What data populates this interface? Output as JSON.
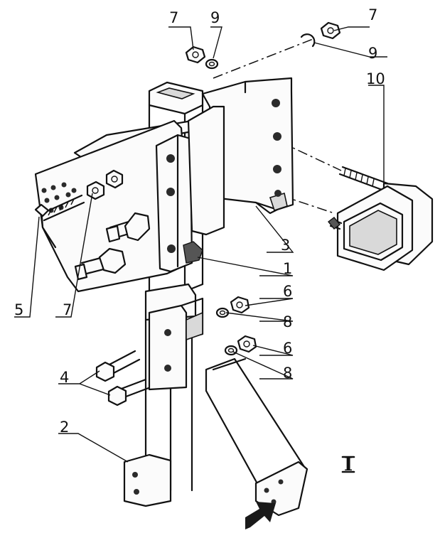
{
  "callouts": {
    "c1": "1",
    "c2": "2",
    "c3": "3",
    "c4": "4",
    "c5": "5",
    "c6a": "6",
    "c6b": "6",
    "c7a": "7",
    "c7b": "7",
    "c7c": "7",
    "c8a": "8",
    "c8b": "8",
    "c9a": "9",
    "c9b": "9",
    "c10": "10"
  },
  "view_label": "I"
}
